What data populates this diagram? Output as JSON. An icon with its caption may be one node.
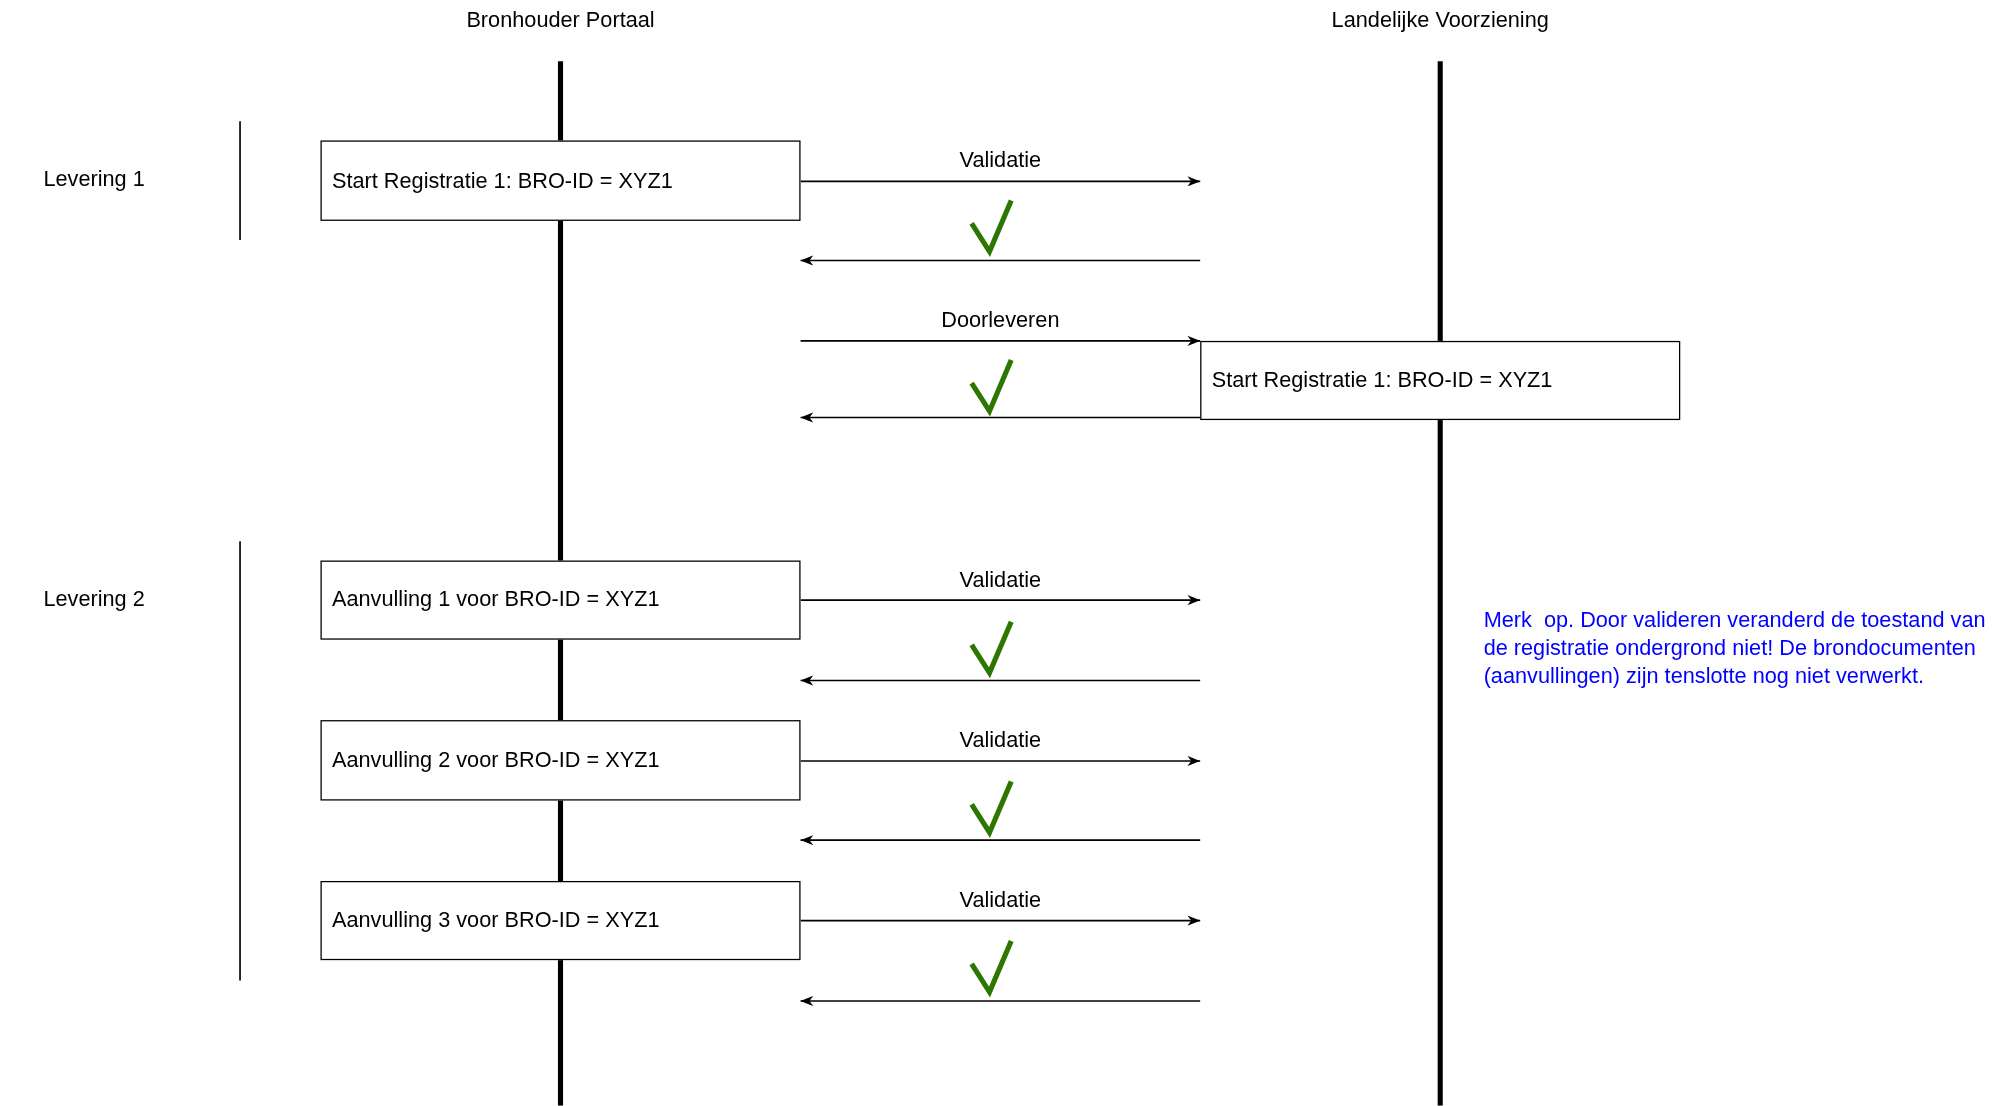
{
  "diagram": {
    "nodes": [
      {
        "text": [
          "Start Registratie 1: BRO-ID = XYZ1"
        ]
      },
      {
        "text": [
          "Start Registratie 1: BRO-ID = XYZ1"
        ]
      },
      {
        "text": [
          "Aanvulling 1 voor BRO-ID = XYZ1"
        ]
      },
      {
        "text": [
          "Aanvulling 2 voor BRO-ID = XYZ1"
        ]
      },
      {
        "text": [
          "Aanvulling 3 voor BRO-ID = XYZ1"
        ]
      }
    ],
    "edges": [
      {
        "from": 0,
        "to": null,
        "arrow": "to",
        "label": "Validatie"
      },
      {
        "from": null,
        "to": 1,
        "arrow": "to",
        "label": "Doorleveren"
      },
      {
        "from": 1,
        "to": null,
        "arrow": "to"
      },
      {
        "from": 2,
        "to": null,
        "arrow": "to",
        "label": "Validatie"
      },
      {
        "from": 3,
        "to": null,
        "arrow": "to",
        "label": "Validatie"
      },
      {
        "from": 4,
        "to": null,
        "arrow": "to",
        "label": "Validatie"
      }
    ],
    "labels": [
      "Bronhouder Portaal",
      "Landelijke Voorziening",
      "Levering 1",
      "Levering 2",
      "Merk  op. Door valideren veranderd de toestand van de registratie ondergrond niet! De brondocumenten (aanvullingen) zijn tenslotte nog niet verwerkt."
    ]
  }
}
